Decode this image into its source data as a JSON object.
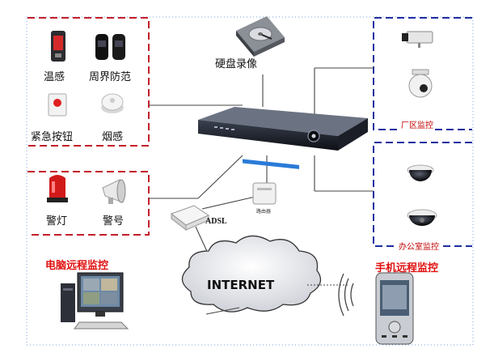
{
  "sensors": {
    "temp": "温感",
    "perimeter": "周界防范",
    "emergency": "紧急按钮",
    "smoke": "烟感",
    "alarm_light": "警灯",
    "siren": "警号"
  },
  "storage": {
    "hdd": "硬盘录像"
  },
  "network": {
    "adsl": "ADSL",
    "router": "路由器",
    "internet": "INTERNET"
  },
  "cameras": {
    "factory": "厂区监控",
    "office": "办公室监控"
  },
  "remote": {
    "pc": "电脑远程监控",
    "mobile": "手机远程监控"
  },
  "colors": {
    "red_dash": "#c41e2a",
    "blue_dash": "#1f2ea0",
    "remote_label": "#e01010"
  }
}
